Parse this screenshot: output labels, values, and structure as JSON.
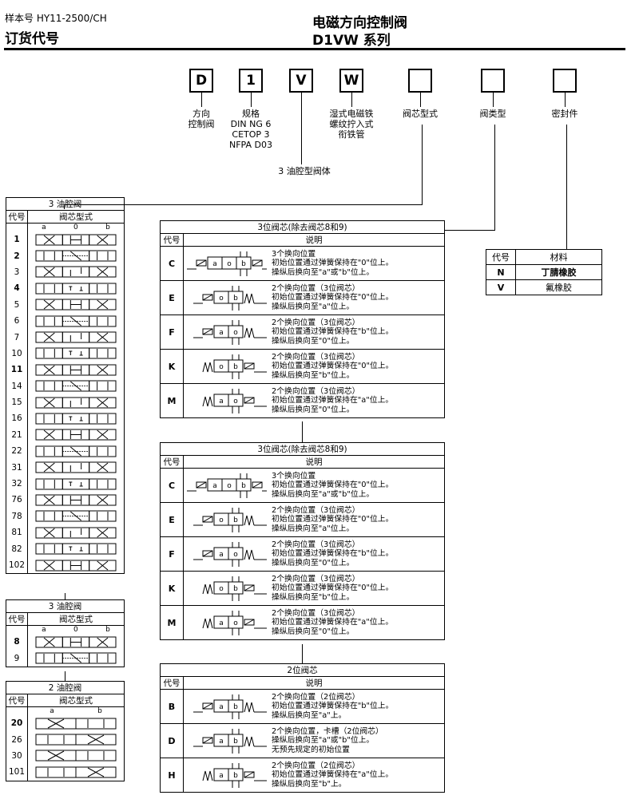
{
  "header": {
    "sample_no": "样本号 HY11-2500/CH",
    "order_code": "订货代号",
    "title": "电磁方向控制阀",
    "series": "D1VW 系列"
  },
  "order_boxes": [
    {
      "code": "D",
      "label": "方向\n控制阀"
    },
    {
      "code": "1",
      "label": "规格\nDIN NG 6\nCETOP 3\nNFPA D03"
    },
    {
      "code": "V",
      "label": ""
    },
    {
      "code": "W",
      "label": "湿式电磁铁\n螺纹拧入式\n衔铁管"
    },
    {
      "code": "",
      "label": "阀芯型式"
    },
    {
      "code": "",
      "label": "阀类型"
    },
    {
      "code": "",
      "label": "密封件"
    }
  ],
  "v_note": "3 油腔型阀体",
  "spool_table_3": {
    "title": "3 油腔阀",
    "col_code": "代号",
    "col_spool": "阀芯型式",
    "ports": [
      "a",
      "0",
      "b"
    ],
    "rows": [
      {
        "code": "1",
        "bold": true
      },
      {
        "code": "2",
        "bold": true
      },
      {
        "code": "3",
        "bold": false
      },
      {
        "code": "4",
        "bold": true
      },
      {
        "code": "5",
        "bold": false
      },
      {
        "code": "6",
        "bold": false
      },
      {
        "code": "7",
        "bold": false
      },
      {
        "code": "10",
        "bold": false
      },
      {
        "code": "11",
        "bold": true
      },
      {
        "code": "14",
        "bold": false
      },
      {
        "code": "15",
        "bold": false
      },
      {
        "code": "16",
        "bold": false
      },
      {
        "code": "21",
        "bold": false
      },
      {
        "code": "22",
        "bold": false
      },
      {
        "code": "31",
        "bold": false
      },
      {
        "code": "32",
        "bold": false
      },
      {
        "code": "76",
        "bold": false
      },
      {
        "code": "78",
        "bold": false
      },
      {
        "code": "81",
        "bold": false
      },
      {
        "code": "82",
        "bold": false
      },
      {
        "code": "102",
        "bold": false
      }
    ]
  },
  "spool_table_3b": {
    "title": "3 油腔阀",
    "col_code": "代号",
    "col_spool": "阀芯型式",
    "ports": [
      "a",
      "0",
      "b"
    ],
    "rows": [
      {
        "code": "8",
        "bold": true
      },
      {
        "code": "9",
        "bold": false
      }
    ]
  },
  "spool_table_2": {
    "title": "2 油腔阀",
    "col_code": "代号",
    "col_spool": "阀芯型式",
    "ports": [
      "a",
      "b"
    ],
    "rows": [
      {
        "code": "20",
        "bold": true
      },
      {
        "code": "26",
        "bold": false
      },
      {
        "code": "30",
        "bold": false
      },
      {
        "code": "101",
        "bold": false
      }
    ]
  },
  "valve_table_1": {
    "title": "3位阀芯(除去阀芯8和9)",
    "col_code": "代号",
    "col_desc": "说明",
    "rows": [
      {
        "code": "C",
        "lines": [
          "3个换向位置",
          "初始位置通过弹簧保持在\"0\"位上。",
          "操纵后换向至\"a\"或\"b\"位上。"
        ]
      },
      {
        "code": "E",
        "lines": [
          "2个换向位置（3位阀芯）",
          "初始位置通过弹簧保持在\"0\"位上。",
          "操纵后换向至\"a\"位上。"
        ]
      },
      {
        "code": "F",
        "lines": [
          "2个换向位置（3位阀芯）",
          "初始位置通过弹簧保持在\"b\"位上。",
          "操纵后换向至\"0\"位上。"
        ]
      },
      {
        "code": "K",
        "lines": [
          "2个换向位置（3位阀芯）",
          "初始位置通过弹簧保持在\"0\"位上。",
          "操纵后换向至\"b\"位上。"
        ]
      },
      {
        "code": "M",
        "lines": [
          "2个换向位置（3位阀芯）",
          "初始位置通过弹簧保持在\"a\"位上。",
          "操纵后换向至\"0\"位上。"
        ]
      }
    ]
  },
  "valve_table_2": {
    "title": "3位阀芯(除去阀芯8和9)",
    "col_code": "代号",
    "col_desc": "说明",
    "rows": [
      {
        "code": "C",
        "lines": [
          "3个换向位置",
          "初始位置通过弹簧保持在\"0\"位上。",
          "操纵后换向至\"a\"或\"b\"位上。"
        ]
      },
      {
        "code": "E",
        "lines": [
          "2个换向位置（3位阀芯）",
          "初始位置通过弹簧保持在\"0\"位上。",
          "操纵后换向至\"a\"位上。"
        ]
      },
      {
        "code": "F",
        "lines": [
          "2个换向位置（3位阀芯）",
          "初始位置通过弹簧保持在\"b\"位上。",
          "操纵后换向至\"0\"位上。"
        ]
      },
      {
        "code": "K",
        "lines": [
          "2个换向位置（3位阀芯）",
          "初始位置通过弹簧保持在\"0\"位上。",
          "操纵后换向至\"b\"位上。"
        ]
      },
      {
        "code": "M",
        "lines": [
          "2个换向位置（3位阀芯）",
          "初始位置通过弹簧保持在\"a\"位上。",
          "操纵后换向至\"0\"位上。"
        ]
      }
    ]
  },
  "valve_table_3": {
    "title": "2位阀芯",
    "col_code": "代号",
    "col_desc": "说明",
    "rows": [
      {
        "code": "B",
        "lines": [
          "2个换向位置（2位阀芯）",
          "初始位置通过弹簧保持在\"b\"位上。",
          "操纵后换向至\"a\"上。"
        ]
      },
      {
        "code": "D",
        "lines": [
          "2个换向位置，卡槽（2位阀芯）",
          "操纵后换向至\"a\"或\"b\"位上。",
          "无预先规定的初始位置"
        ]
      },
      {
        "code": "H",
        "lines": [
          "2个换向位置（2位阀芯）",
          "初始位置通过弹簧保持在\"a\"位上。",
          "操纵后换向至\"b\"上。"
        ]
      }
    ]
  },
  "seal_table": {
    "col_code": "代号",
    "col_mat": "材料",
    "rows": [
      {
        "code": "N",
        "material": "丁腈橡胶"
      },
      {
        "code": "V",
        "material": "氟橡胶"
      }
    ]
  }
}
